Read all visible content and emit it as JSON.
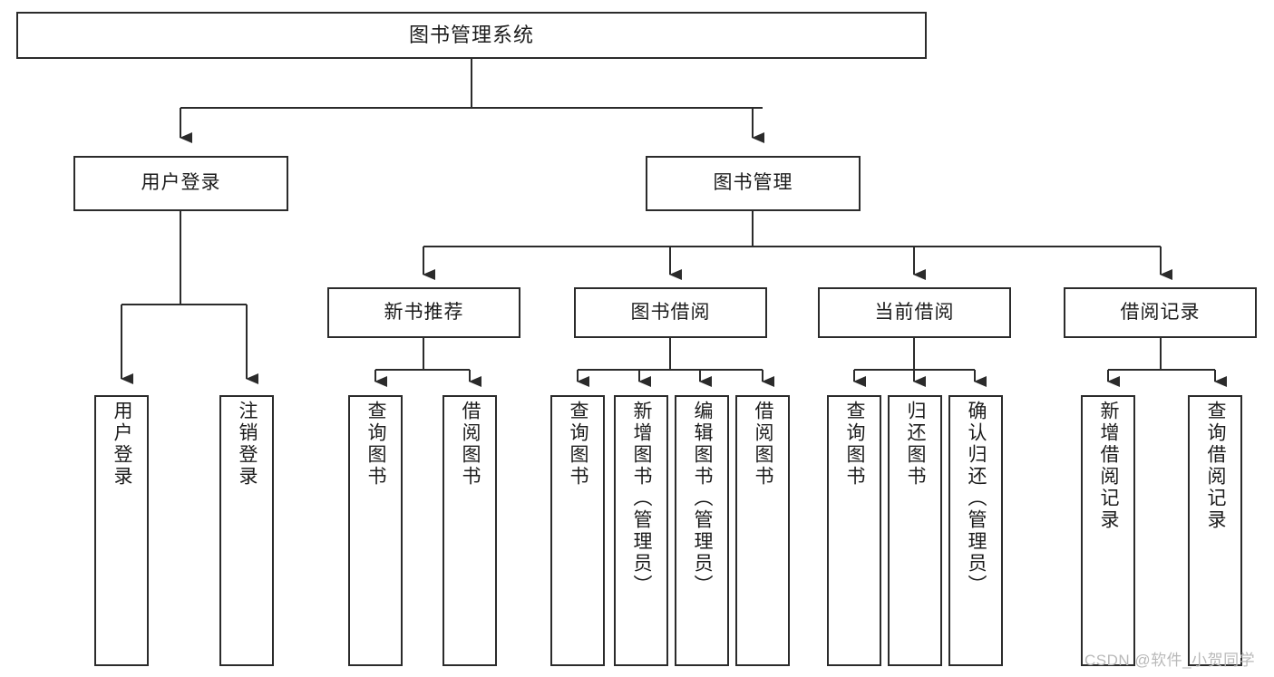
{
  "diagram": {
    "title": "图书管理系统",
    "type": "function-structure-tree",
    "watermark": "CSDN @软件_小贺同学",
    "colors": {
      "background": "#ffffff",
      "node_border": "#2b2b2b",
      "node_fill": "#ffffff",
      "connector": "#2b2b2b",
      "text": "#1c1c1c",
      "watermark": "#b9b9b9"
    },
    "nodes": {
      "root": {
        "label": "图书管理系统"
      },
      "level2": [
        {
          "label": "用户登录"
        },
        {
          "label": "图书管理"
        }
      ],
      "level3": [
        {
          "label": "新书推荐"
        },
        {
          "label": "图书借阅"
        },
        {
          "label": "当前借阅"
        },
        {
          "label": "借阅记录"
        }
      ],
      "leaves": [
        {
          "label": "用户登录"
        },
        {
          "label": "注销登录"
        },
        {
          "label": "查询图书"
        },
        {
          "label": "借阅图书"
        },
        {
          "label": "查询图书"
        },
        {
          "label": "新增图书（管理员）"
        },
        {
          "label": "编辑图书（管理员）"
        },
        {
          "label": "借阅图书"
        },
        {
          "label": "查询图书"
        },
        {
          "label": "归还图书"
        },
        {
          "label": "确认归还（管理员）"
        },
        {
          "label": "新增借阅记录"
        },
        {
          "label": "查询借阅记录"
        }
      ]
    },
    "edges": [
      {
        "from": "图书管理系统",
        "to": "用户登录"
      },
      {
        "from": "图书管理系统",
        "to": "图书管理"
      },
      {
        "from": "用户登录",
        "to": "用户登录"
      },
      {
        "from": "用户登录",
        "to": "注销登录"
      },
      {
        "from": "图书管理",
        "to": "新书推荐"
      },
      {
        "from": "图书管理",
        "to": "图书借阅"
      },
      {
        "from": "图书管理",
        "to": "当前借阅"
      },
      {
        "from": "图书管理",
        "to": "借阅记录"
      },
      {
        "from": "新书推荐",
        "to": "查询图书"
      },
      {
        "from": "新书推荐",
        "to": "借阅图书"
      },
      {
        "from": "图书借阅",
        "to": "查询图书"
      },
      {
        "from": "图书借阅",
        "to": "新增图书（管理员）"
      },
      {
        "from": "图书借阅",
        "to": "编辑图书（管理员）"
      },
      {
        "from": "图书借阅",
        "to": "借阅图书"
      },
      {
        "from": "当前借阅",
        "to": "查询图书"
      },
      {
        "from": "当前借阅",
        "to": "归还图书"
      },
      {
        "from": "当前借阅",
        "to": "确认归还（管理员）"
      },
      {
        "from": "借阅记录",
        "to": "新增借阅记录"
      },
      {
        "from": "借阅记录",
        "to": "查询借阅记录"
      }
    ]
  }
}
